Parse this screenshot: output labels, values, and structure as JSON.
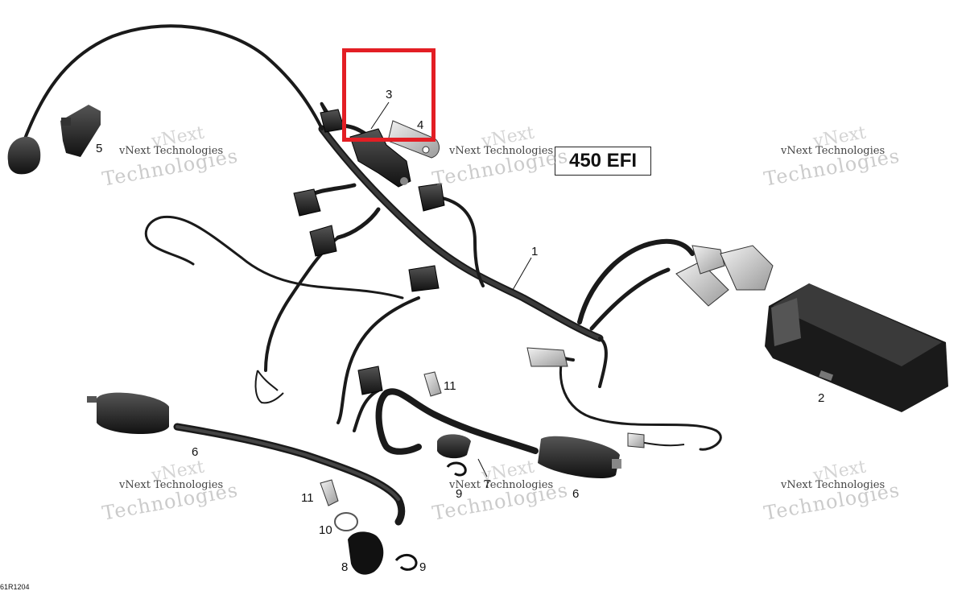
{
  "model_badge": "450 EFI",
  "drawing_id": "61R1204",
  "watermark": {
    "small": "vNext Technologies",
    "large": "Technologies",
    "top": "vNext"
  },
  "callouts": {
    "c1": "1",
    "c2": "2",
    "c3": "3",
    "c4": "4",
    "c5": "5",
    "c6a": "6",
    "c6b": "6",
    "c7": "7",
    "c8": "8",
    "c9a": "9",
    "c9b": "9",
    "c10": "10",
    "c11a": "11",
    "c11b": "11"
  },
  "colors": {
    "highlight": "#e31e24",
    "parts": "#1a1a1a"
  }
}
